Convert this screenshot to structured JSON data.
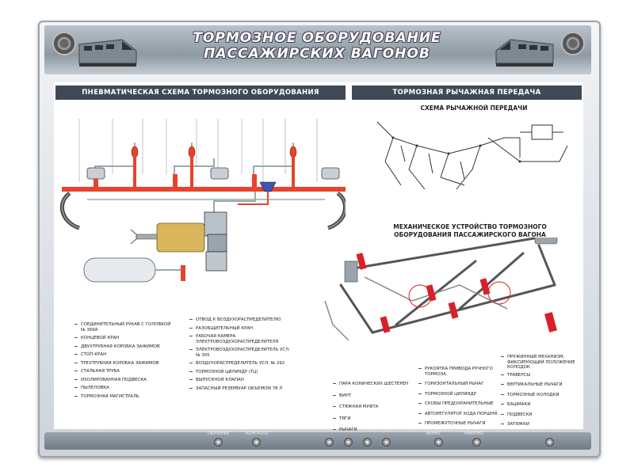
{
  "header": {
    "title_line1": "ТОРМОЗНОЕ ОБОРУДОВАНИЕ",
    "title_line2": "ПАССАЖИРСКИХ ВАГОНОВ"
  },
  "left_section": {
    "title": "ПНЕВМАТИЧЕСКАЯ СХЕМА ТОРМОЗНОГО ОБОРУДОВАНИЯ",
    "legend_col1": [
      "СОЕДИНИТЕЛЬНЫЙ РУКАВ С ГОЛОВКОЙ № 369А",
      "КОНЦЕВОЙ КРАН",
      "ДВУХТРУБНАЯ КОРОБКА ЗАЖИМОВ",
      "СТОП-КРАН",
      "ТРЕХТРУБНАЯ КОРОБКА ЗАЖИМОВ",
      "СТАЛЬНАЯ ТРУБА",
      "ИЗОЛИРОВАННАЯ ПОДВЕСКА",
      "ПЫЛЕЛОВКА",
      "ТОРМОЗНАЯ МАГИСТРАЛЬ"
    ],
    "legend_col2": [
      "ОТВОД К ВОЗДУХОРАСПРЕДЕЛИТЕЛЮ",
      "РАЗОБЩИТЕЛЬНЫЙ КРАН",
      "РАБОЧАЯ КАМЕРА ЭЛЕКТРОВОЗДУХОРАСПРЕДЕЛИТЕЛЯ",
      "ЭЛЕКТРОВОЗДУХОРАСПРЕДЕЛИТЕЛЬ УСЛ. № 305",
      "ВОЗДУХОРАСПРЕДЕЛИТЕЛЬ УСЛ. № 292",
      "ТОРМОЗНОЙ ЦИЛИНДР (ТЦ)",
      "ВЫПУСКНОЙ КЛАПАН",
      "ЗАПАСНЫЙ РЕЗЕРВУАР ОБЪЕМОМ 78 Л"
    ]
  },
  "right_section": {
    "title": "ТОРМОЗНАЯ РЫЧАЖНАЯ ПЕРЕДАЧА",
    "subtitle1": "СХЕМА РЫЧАЖНОЙ ПЕРЕДАЧИ",
    "subtitle2_line1": "МЕХАНИЧЕСКОЕ УСТРОЙСТВО ТОРМОЗНОГО",
    "subtitle2_line2": "ОБОРУДОВАНИЯ ПАССАЖИРСКОГО ВАГОНА",
    "legend_col1": [
      "ПАРА КОНИЧЕСКИХ ШЕСТЕРЕН",
      "ВИНТ",
      "СТЯЖНАЯ МУФТА",
      "ТЯГИ",
      "РЫЧАГИ"
    ],
    "legend_col2": [
      "РУКОЯТКА ПРИВОДА РУЧНОГО ТОРМОЗА",
      "ГОРИЗОНТАЛЬНЫЙ РЫЧАГ",
      "ТОРМОЗНОЙ ЦИЛИНДР",
      "СКОБЫ ПРЕДОХРАНИТЕЛЬНЫЕ",
      "АВТОРЕГУЛЯТОР ХОДА ПОРШНЯ",
      "ПРОМЕЖУТОЧНЫЕ РЫЧАГИ"
    ],
    "legend_col3": [
      "ПРУЖИННЫЙ МЕХАНИЗМ, ФИКСИРУЮЩИЙ ПОЛОЖЕНИЕ КОЛОДОК",
      "ТРАВЕРСЫ",
      "ВЕРТИКАЛЬНЫЕ РЫЧАГИ",
      "ТОРМОЗНЫЕ КОЛОДКИ",
      "БАШМАКИ",
      "ПОДВЕСКИ",
      "ЗАТЯЖКИ"
    ]
  },
  "footer": {
    "label_training": "ОБУЧЕНИЕ",
    "label_control": "КОНТРОЛЬ",
    "label_correct": "ВЕРНО",
    "label_wrong": "НЕВЕРНО"
  },
  "colors": {
    "pipe": "#e8432c",
    "line": "#333333",
    "bar": "#3f4a55",
    "accent_red": "#d8202a"
  }
}
